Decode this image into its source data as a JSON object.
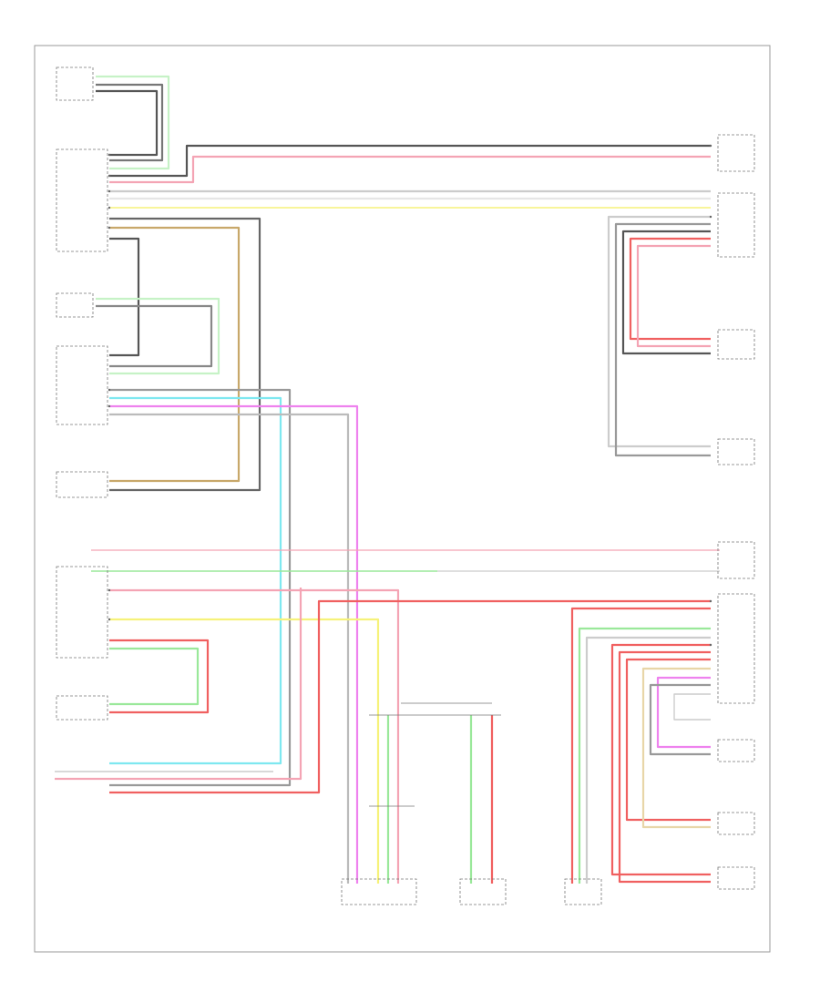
{
  "diagram": {
    "footer_code": "",
    "colors": {
      "black": "#555555",
      "gray": "#9a9a9a",
      "light_gray": "#cccccc",
      "red": "#f06060",
      "pink": "#f4a4b4",
      "green": "#9ae89a",
      "light_green": "#c6f2c6",
      "yellow": "#f6f27a",
      "tan": "#c8a86a",
      "cyan": "#7ee8f0",
      "magenta": "#ee82ee",
      "brown": "#a08060",
      "white_wire": "#e6e6e6"
    },
    "components": [
      {
        "id": "c1",
        "label": ""
      },
      {
        "id": "c2",
        "label": ""
      },
      {
        "id": "c3",
        "label": ""
      },
      {
        "id": "c4",
        "label": ""
      },
      {
        "id": "c5",
        "label": ""
      },
      {
        "id": "c6",
        "label": ""
      },
      {
        "id": "c7",
        "label": ""
      },
      {
        "id": "c8",
        "label": ""
      },
      {
        "id": "c9",
        "label": ""
      },
      {
        "id": "c10",
        "label": ""
      },
      {
        "id": "c11",
        "label": ""
      },
      {
        "id": "c12",
        "label": ""
      },
      {
        "id": "c13",
        "label": ""
      },
      {
        "id": "c14",
        "label": ""
      },
      {
        "id": "c15",
        "label": ""
      },
      {
        "id": "c16",
        "label": ""
      }
    ]
  }
}
